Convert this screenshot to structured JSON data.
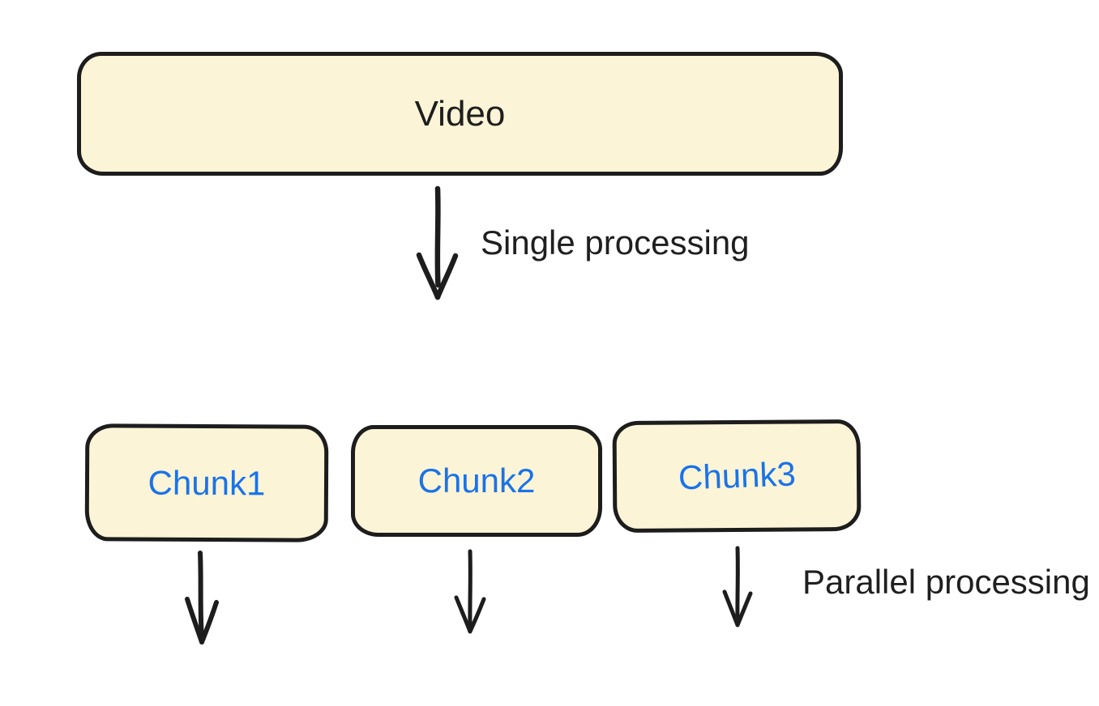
{
  "diagram": {
    "video_box": {
      "label": "Video"
    },
    "chunks": [
      {
        "label": "Chunk1"
      },
      {
        "label": "Chunk2"
      },
      {
        "label": "Chunk3"
      }
    ],
    "flow_labels": {
      "single": "Single processing",
      "parallel": "Parallel processing"
    },
    "colors": {
      "background": "#ffffff",
      "box_fill": "#fbf4d6",
      "box_border": "#1d1d1d",
      "chunk_text": "#1a73e8",
      "video_text": "#1e1e1e",
      "label_text": "#1f1f1f",
      "arrow": "#1d1d1d"
    }
  }
}
